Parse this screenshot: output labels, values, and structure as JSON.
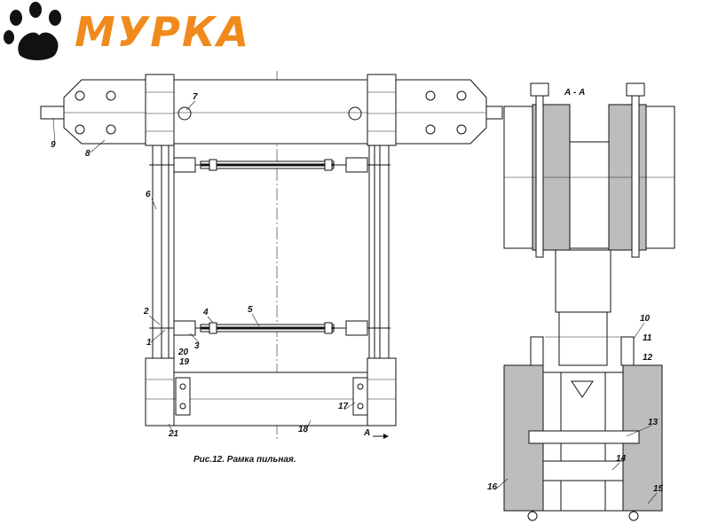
{
  "brand": {
    "name": "МУРКА",
    "logo_icon": "paw-icon",
    "accent_color": "#f08a1c"
  },
  "figure": {
    "caption": "Рис.12. Рамка пильная.",
    "section_title": "А - А",
    "section_marker": "А",
    "part_labels": [
      "1",
      "2",
      "3",
      "4",
      "5",
      "6",
      "7",
      "8",
      "9",
      "10",
      "11",
      "12",
      "13",
      "14",
      "15",
      "16",
      "17",
      "18",
      "19",
      "20",
      "21"
    ]
  }
}
